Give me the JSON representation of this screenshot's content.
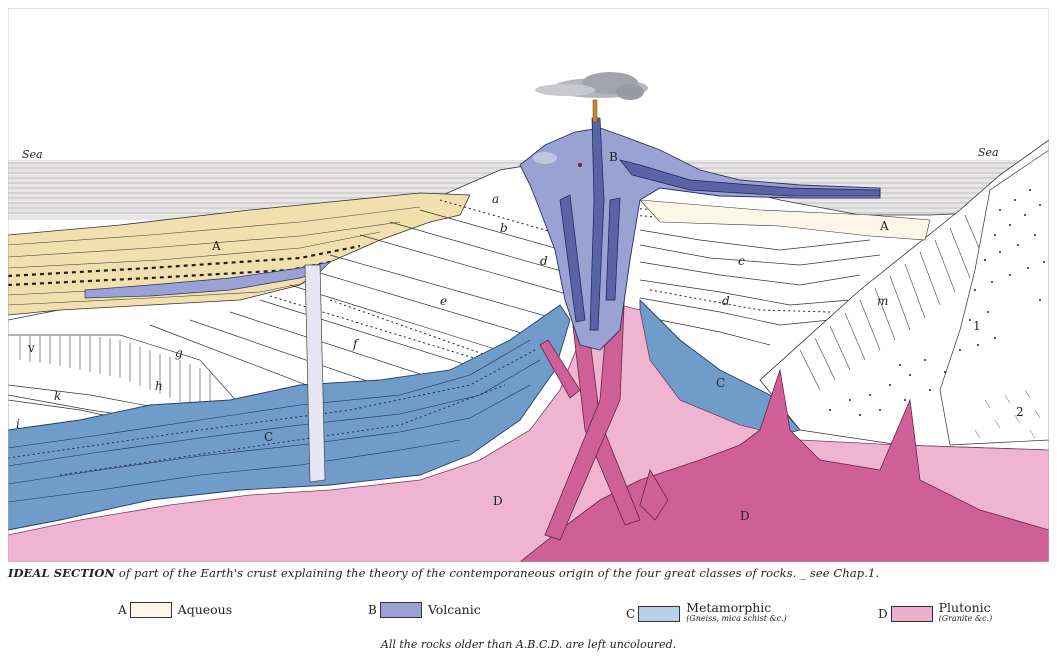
{
  "figure": {
    "labels": {
      "sea_left": "Sea",
      "sea_right": "Sea",
      "B": "B",
      "A_left": "A",
      "A_right": "A",
      "a": "a",
      "b": "b",
      "c": "c",
      "d_left": "d",
      "d_right": "d",
      "e": "e",
      "f": "f",
      "g": "g",
      "h": "h",
      "i": "i",
      "k": "k",
      "v": "v",
      "m": "m",
      "C_left": "C",
      "C_right": "C",
      "D_left": "D",
      "D_right": "D",
      "n1": "1",
      "n2": "2"
    },
    "colors": {
      "aqueous": "#f1dfae",
      "volcanic": "#8e95cc",
      "metamorphic": "#6f9cc8",
      "plutonic": "#e9b2cf",
      "plutonic_dark": "#cf5f97",
      "sky": "#ffffff",
      "sea": "#e6e4e4"
    }
  },
  "caption": {
    "lead": "IDEAL SECTION",
    "rest": " of part of the Earth's crust explaining the theory of the contemporaneous origin of the four great classes of rocks. _ see Chap.1."
  },
  "legend": [
    {
      "letter": "A",
      "name": "Aqueous",
      "sub": "",
      "color": "#fbf6e8"
    },
    {
      "letter": "B",
      "name": "Volcanic",
      "sub": "",
      "color": "#9aa1d3"
    },
    {
      "letter": "C",
      "name": "Metamorphic",
      "sub": "(Gneiss, mica schist &c.)",
      "color": "#b9d0ea"
    },
    {
      "letter": "D",
      "name": "Plutonic",
      "sub": "(Granite &c.)",
      "color": "#eeaecd"
    }
  ],
  "note": "All the rocks older than A.B.C.D. are left uncoloured."
}
